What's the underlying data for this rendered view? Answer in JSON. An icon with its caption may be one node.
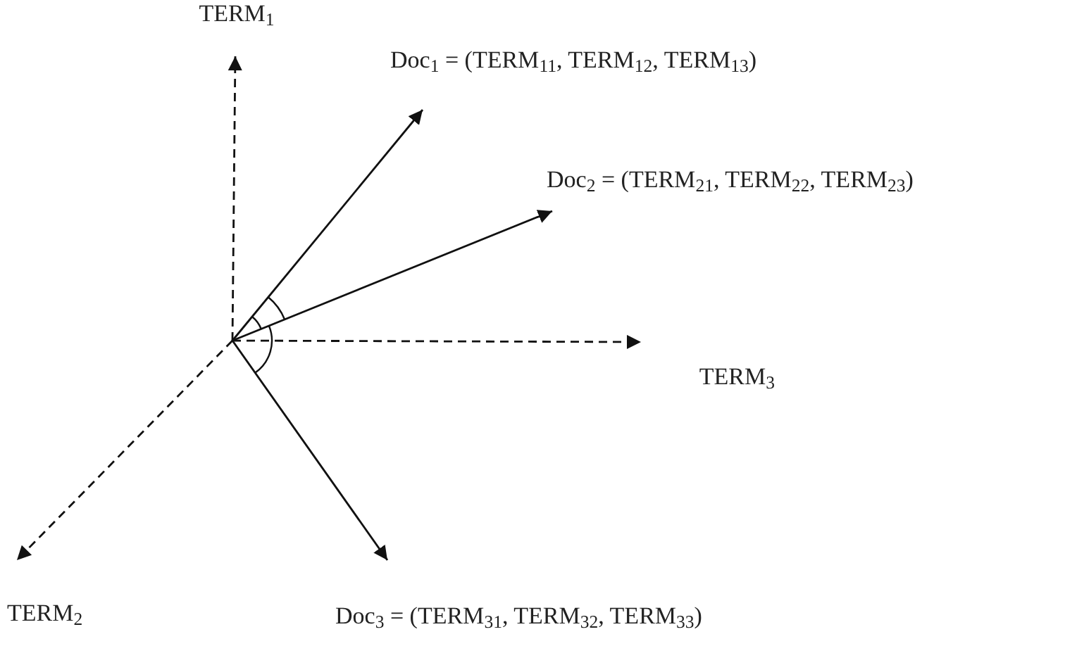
{
  "diagram": {
    "nodes": [
      {
        "text": [
          "TERM$_{1}$"
        ]
      },
      {
        "text": [
          "Doc$_{1}$ = (TERM$_{11}$, TERM$_{12}$, TERM$_{13}$)"
        ]
      },
      {
        "text": [
          "Doc$_{2}$ = (TERM$_{21}$, TERM$_{22}$, TERM$_{23}$)"
        ]
      },
      {
        "text": [
          "TERM$_{3}$"
        ]
      },
      {
        "text": [
          "TERM$_{2}$"
        ]
      },
      {
        "text": [
          "Doc$_{3}$ = (TERM$_{31}$, TERM$_{32}$, TERM$_{33}$)"
        ]
      }
    ],
    "edges": [
      {
        "from": null,
        "to": 0,
        "arrow": "to",
        "style": "dashed"
      },
      {
        "from": null,
        "to": 1,
        "arrow": "to"
      },
      {
        "from": null,
        "to": 2,
        "arrow": "to"
      },
      {
        "from": null,
        "to": 3,
        "arrow": "to",
        "style": "dashed"
      },
      {
        "from": null,
        "to": 4,
        "arrow": "to",
        "style": "dashed"
      },
      {
        "from": null,
        "to": 5,
        "arrow": "to"
      }
    ]
  }
}
